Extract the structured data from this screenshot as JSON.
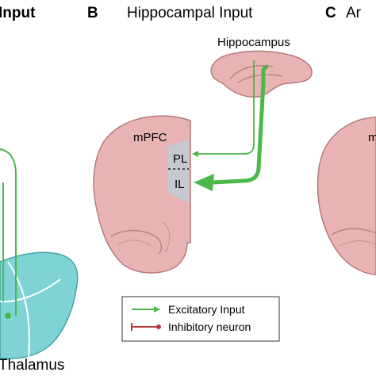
{
  "panels": [
    {
      "letter": "",
      "title": "Input"
    },
    {
      "letter": "B",
      "title": "Hippocampal Input"
    },
    {
      "letter": "C",
      "title": "Ar"
    }
  ],
  "labels": {
    "hippocampus": "Hippocampus",
    "mpfc": "mPFC",
    "pl": "PL",
    "il": "IL",
    "thalamus": "Thalamus",
    "right_partial": "m"
  },
  "legend": {
    "excitatory": "Excitatory Input",
    "inhibitory": "Inhibitory neuron"
  },
  "colors": {
    "brain_fill": "#e8b3b3",
    "brain_stroke": "#b57b7b",
    "region_fill": "#c7c8d2",
    "thalamus_fill": "#7fd3d4",
    "excitatory": "#4cb84a",
    "inhibitory": "#b33a3a"
  }
}
